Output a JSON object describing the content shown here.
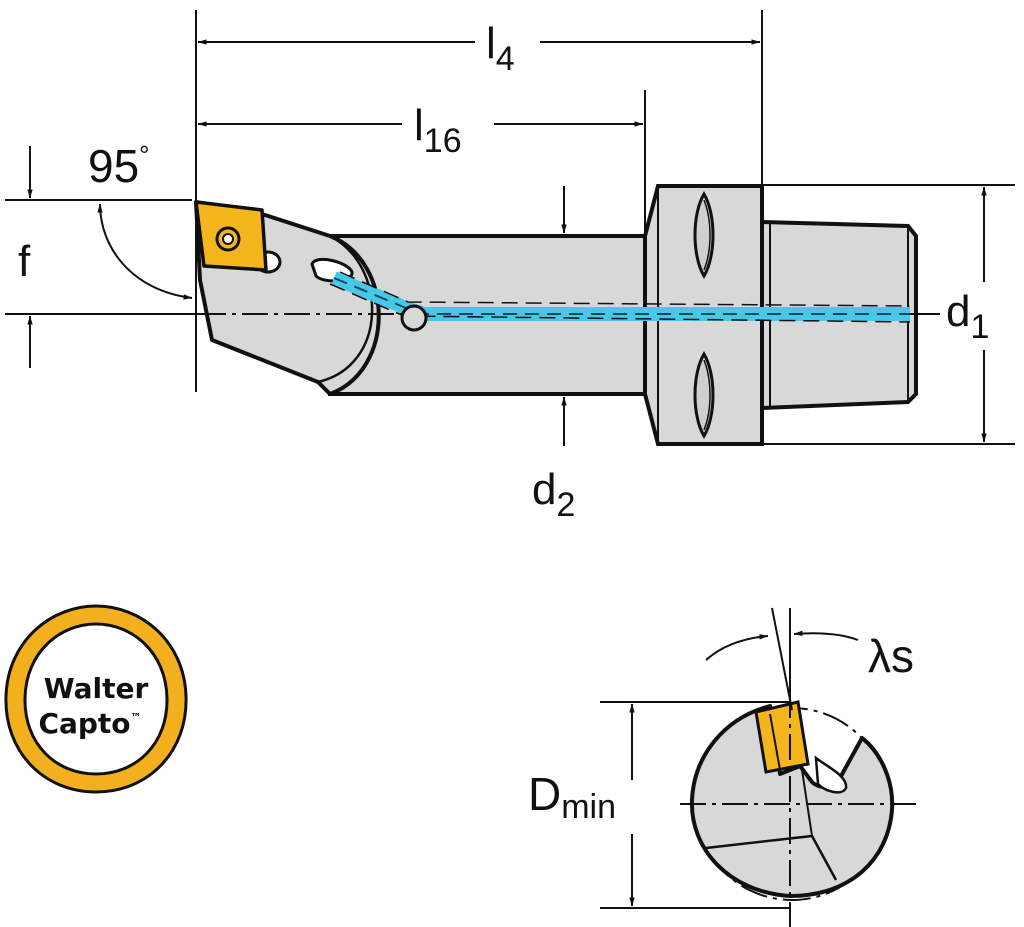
{
  "dimensions": {
    "l4": {
      "main": "l",
      "sub": "4"
    },
    "l16": {
      "main": "l",
      "sub": "16"
    },
    "d1": {
      "main": "d",
      "sub": "1"
    },
    "d2": {
      "main": "d",
      "sub": "2"
    },
    "f": "f",
    "angle": "95",
    "angle_unit": "°",
    "dmin": {
      "main": "D",
      "sub": "min"
    },
    "lambda_s": "λs"
  },
  "logo": {
    "line1": "Walter",
    "line2": "Capto",
    "tm": "™"
  },
  "colors": {
    "body_fill": "#d8d8d8",
    "insert_fill": "#f5b51c",
    "coolant": "#48c8e8",
    "outline": "#111111",
    "logo_ring": "#f2b01e"
  }
}
